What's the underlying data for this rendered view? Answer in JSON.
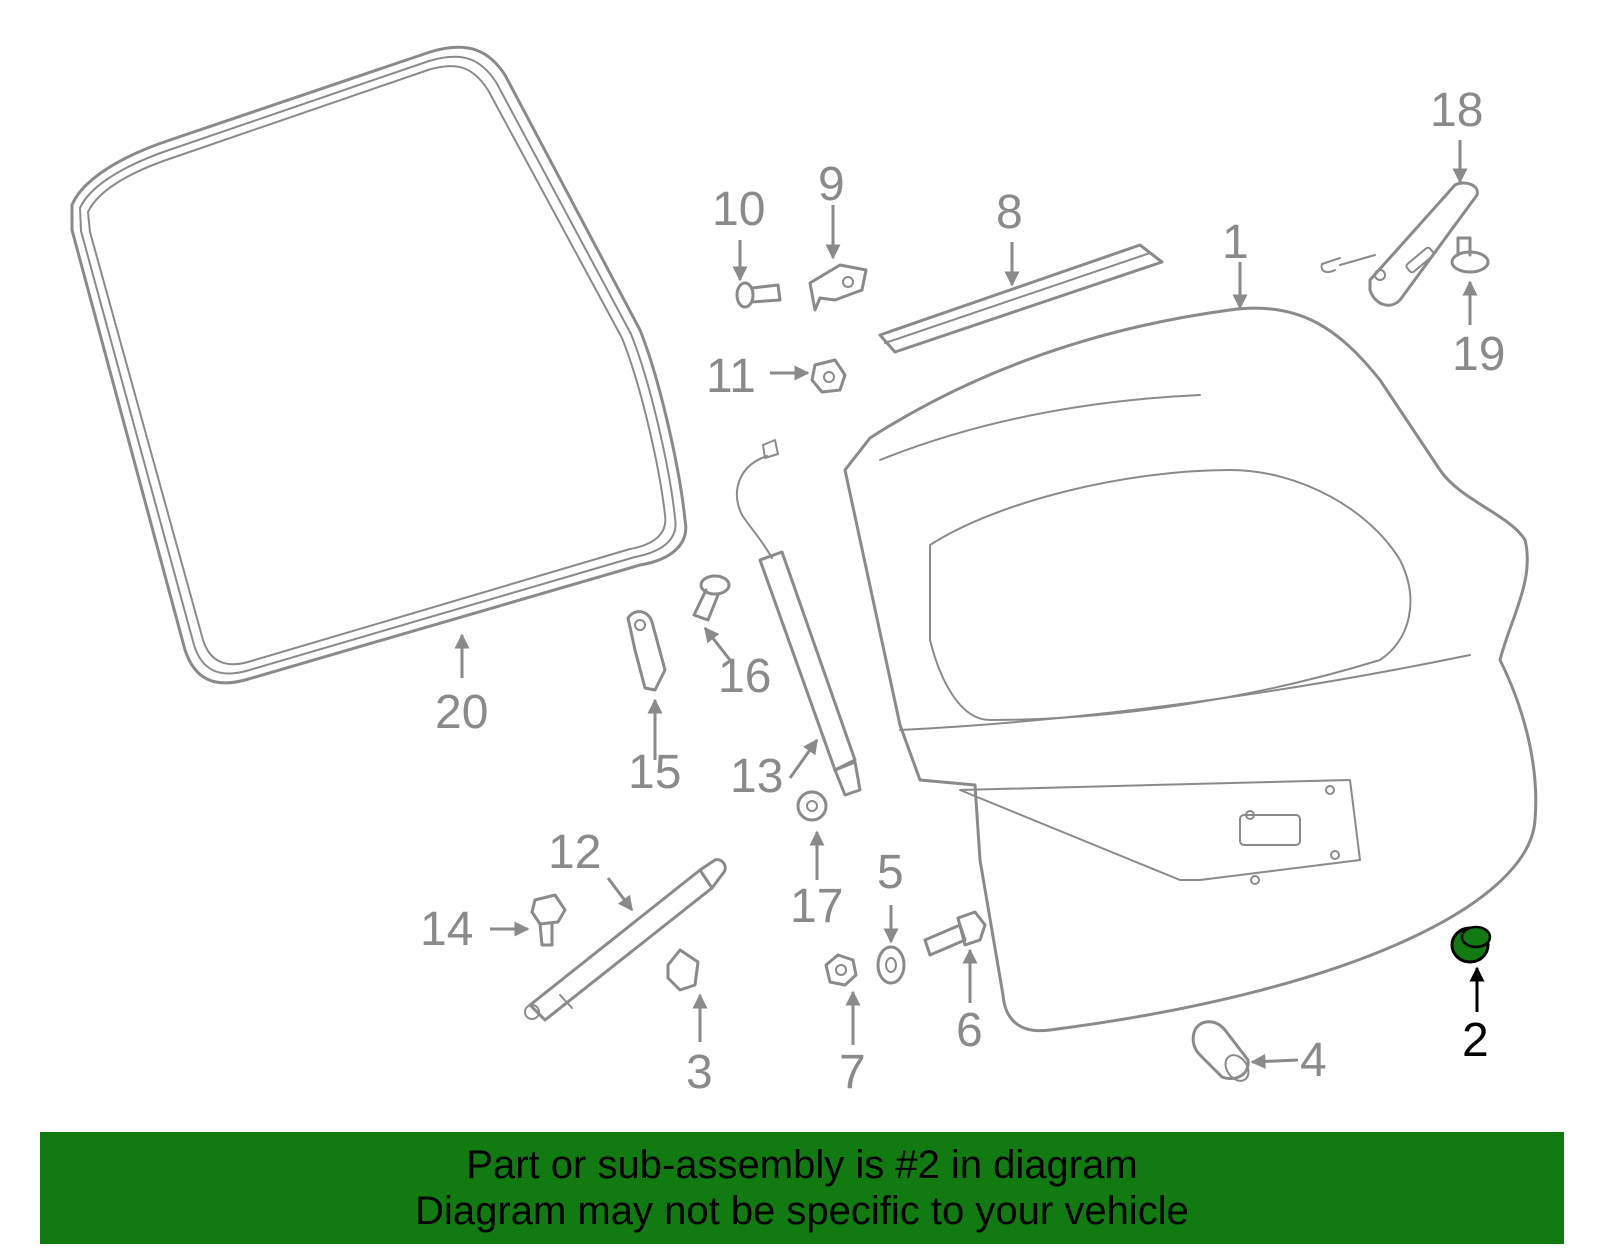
{
  "banner": {
    "line1": "Part or sub-assembly is #2 in diagram",
    "line2": "Diagram may not be specific to your vehicle",
    "background_color": "#117a11"
  },
  "highlight": {
    "callout": "2",
    "part_color": "#117a11"
  },
  "callouts": {
    "c1": "1",
    "c2": "2",
    "c3": "3",
    "c4": "4",
    "c5": "5",
    "c6": "6",
    "c7": "7",
    "c8": "8",
    "c9": "9",
    "c10": "10",
    "c11": "11",
    "c12": "12",
    "c13": "13",
    "c14": "14",
    "c15": "15",
    "c16": "16",
    "c17": "17",
    "c18": "18",
    "c19": "19",
    "c20": "20"
  }
}
